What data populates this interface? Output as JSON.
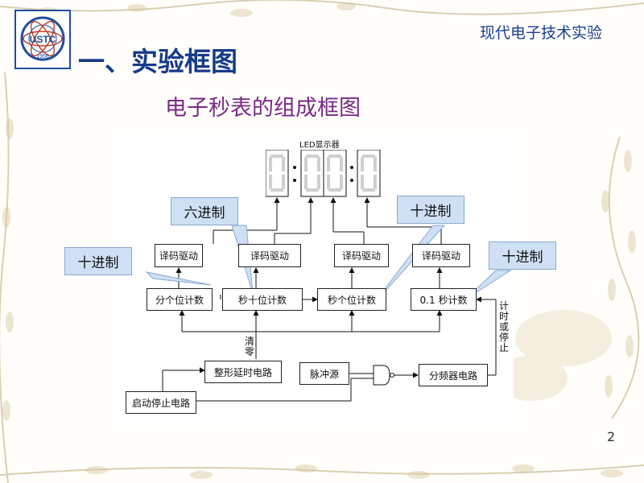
{
  "header": {
    "course_title": "现代电子技术实验",
    "section_title": "一、实验框图",
    "subtitle": "电子秒表的组成框图"
  },
  "logo": {
    "text": "USTC",
    "year": "1956"
  },
  "diagram": {
    "display_label": "LED显示器",
    "decoder_label": "译码驱动",
    "counters": {
      "minute_ones": "分个位计数",
      "second_tens": "秒十位计数",
      "second_ones": "秒个位计数",
      "tenth_second": "0.1 秒计数"
    },
    "circuits": {
      "shaping_delay": "整形延时电路",
      "pulse_source": "脉冲源",
      "divider": "分频器电路",
      "start_stop": "启动停止电路"
    },
    "wire_labels": {
      "clear": "清零",
      "count_or_stop": "计时或停止"
    },
    "callouts": {
      "decimal_left": "十进制",
      "hexal": "六进制",
      "decimal_mid": "十进制",
      "decimal_right": "十进制"
    }
  },
  "footer": {
    "page_number": "2"
  },
  "colors": {
    "title_blue": "#173b8a",
    "subtitle_purple": "#7a2a86",
    "callout_fill": "#cfe0f5"
  }
}
